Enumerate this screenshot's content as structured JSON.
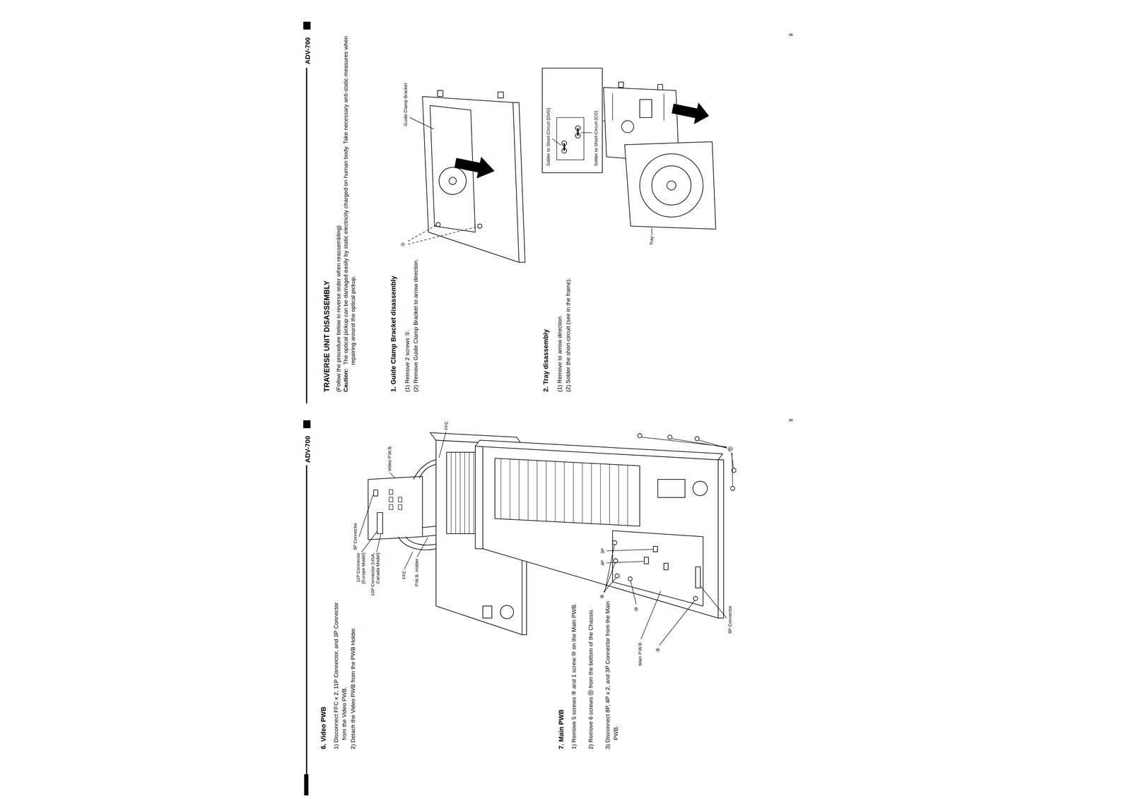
{
  "diagram": {
    "labels": [
      "ADV-700",
      "6. Video PWB",
      "1) Disconnect FFC x 2, 11P Connector, and 3P Connector from the Video PWB.",
      "2) Detach the Video PWB from the PWB Holder.",
      "3P Connector",
      "11P Connector (Europe Model)",
      "10P Connector (USA, Canada Model)",
      "Video P.W.B.",
      "FFC",
      "P.W.B. Holder",
      "FFC",
      "7. Main PWB",
      "1) Remove 5 screws ⑨ and 1 screw ⑩ on the Main PWB.",
      "2) Remove 6 screws ⑪ from the bottom of the Chassis.",
      "3) Disconnect 8P, 4P x 2, and 3P Connector from the Main PWB.",
      "⑨",
      "⑩",
      "4P",
      "3P",
      "Main P.W.B",
      "⑨",
      "8P Connector",
      "⑪",
      "8",
      "ADV-700",
      "TRAVERSE UNIT DISASSEMBLY",
      "(Follow the procedure below in reverse order when reassembling)",
      "Caution:",
      "The optical pickup can be damaged easily by static electricity charged on human body. Take necessary anti-static measures when repairing around the optical pickup.",
      "1. Guide Clamp Bracket disassembly",
      "(1) Remove 2 screws ①.",
      "(2) Remove Guide Clamp Bracket to arrow direction.",
      "Guide Clamp Bracket",
      "①",
      "2. Tray disassembly",
      "(1) Remove to arrow direction.",
      "(2) Solder the short-circuit (see in the frame).",
      "Solder to Short-Circuit (DVD)",
      "Solder to Short-Circuit (CD)",
      "Tray",
      "9"
    ]
  }
}
